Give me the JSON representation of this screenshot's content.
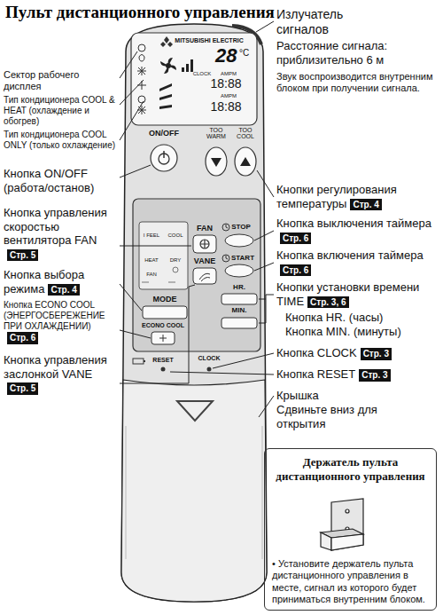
{
  "diagram": {
    "title": "Пульт дистанционного управления",
    "nodes": [
      {
        "text": [
          "Держатель пульта дистанционного управления",
          "• Установите держатель пульта дистанционного управления в месте, сигнал из которого будет приниматься внутренним блоком."
        ]
      }
    ],
    "labels": [
      "Излучатель сигналов",
      "Расстояние сигнала: приблизительно 6 м",
      "Звук воспроизводится внутренним блоком при получении сигнала.",
      "Сектор рабочего дисплея",
      "Тип кондиционера COOL & HEAT (охлаждение и обогрев)",
      "Тип кондиционера COOL ONLY (только охлаждение)",
      "Кнопка ON/OFF (работа/останов)",
      "Кнопки регулирования температуры",
      "Стр. 4",
      "Кнопка управления скоростью вентилятора FAN",
      "Стр. 5",
      "Кнопка выключения таймера",
      "Стр. 6",
      "Кнопка включения таймера",
      "Стр. 6",
      "Кнопка выбора режима",
      "Стр. 4",
      "Кнопки установки времени TIME",
      "Стр. 3, 6",
      "Кнопка HR. (часы)",
      "Кнопка MIN. (минуты)",
      "Кнопка ECONO COOL (ЭНЕРГОСБЕРЕЖЕНИЕ ПРИ ОХЛАЖДЕНИИ)",
      "Стр. 6",
      "Кнопка CLOCK",
      "Стр. 3",
      "Кнопка RESET",
      "Стр. 3",
      "Кнопка управления заслонкой VANE",
      "Стр. 5",
      "Крышка",
      "Сдвиньте вниз для открытия",
      "MITSUBISHI ELECTRIC",
      "28",
      "°C",
      "CLOCK",
      "AMPM",
      "18:88",
      "AMPM",
      "18:88",
      "ON/OFF",
      "TOO WARM",
      "TOO COOL",
      "FAN",
      "STOP",
      "VANE",
      "START",
      "HR.",
      "MIN.",
      "MODE",
      "I FEEL",
      "COOL",
      "HEAT",
      "DRY",
      "FAN",
      "ECONO COOL",
      "RESET",
      "CLOCK"
    ]
  }
}
